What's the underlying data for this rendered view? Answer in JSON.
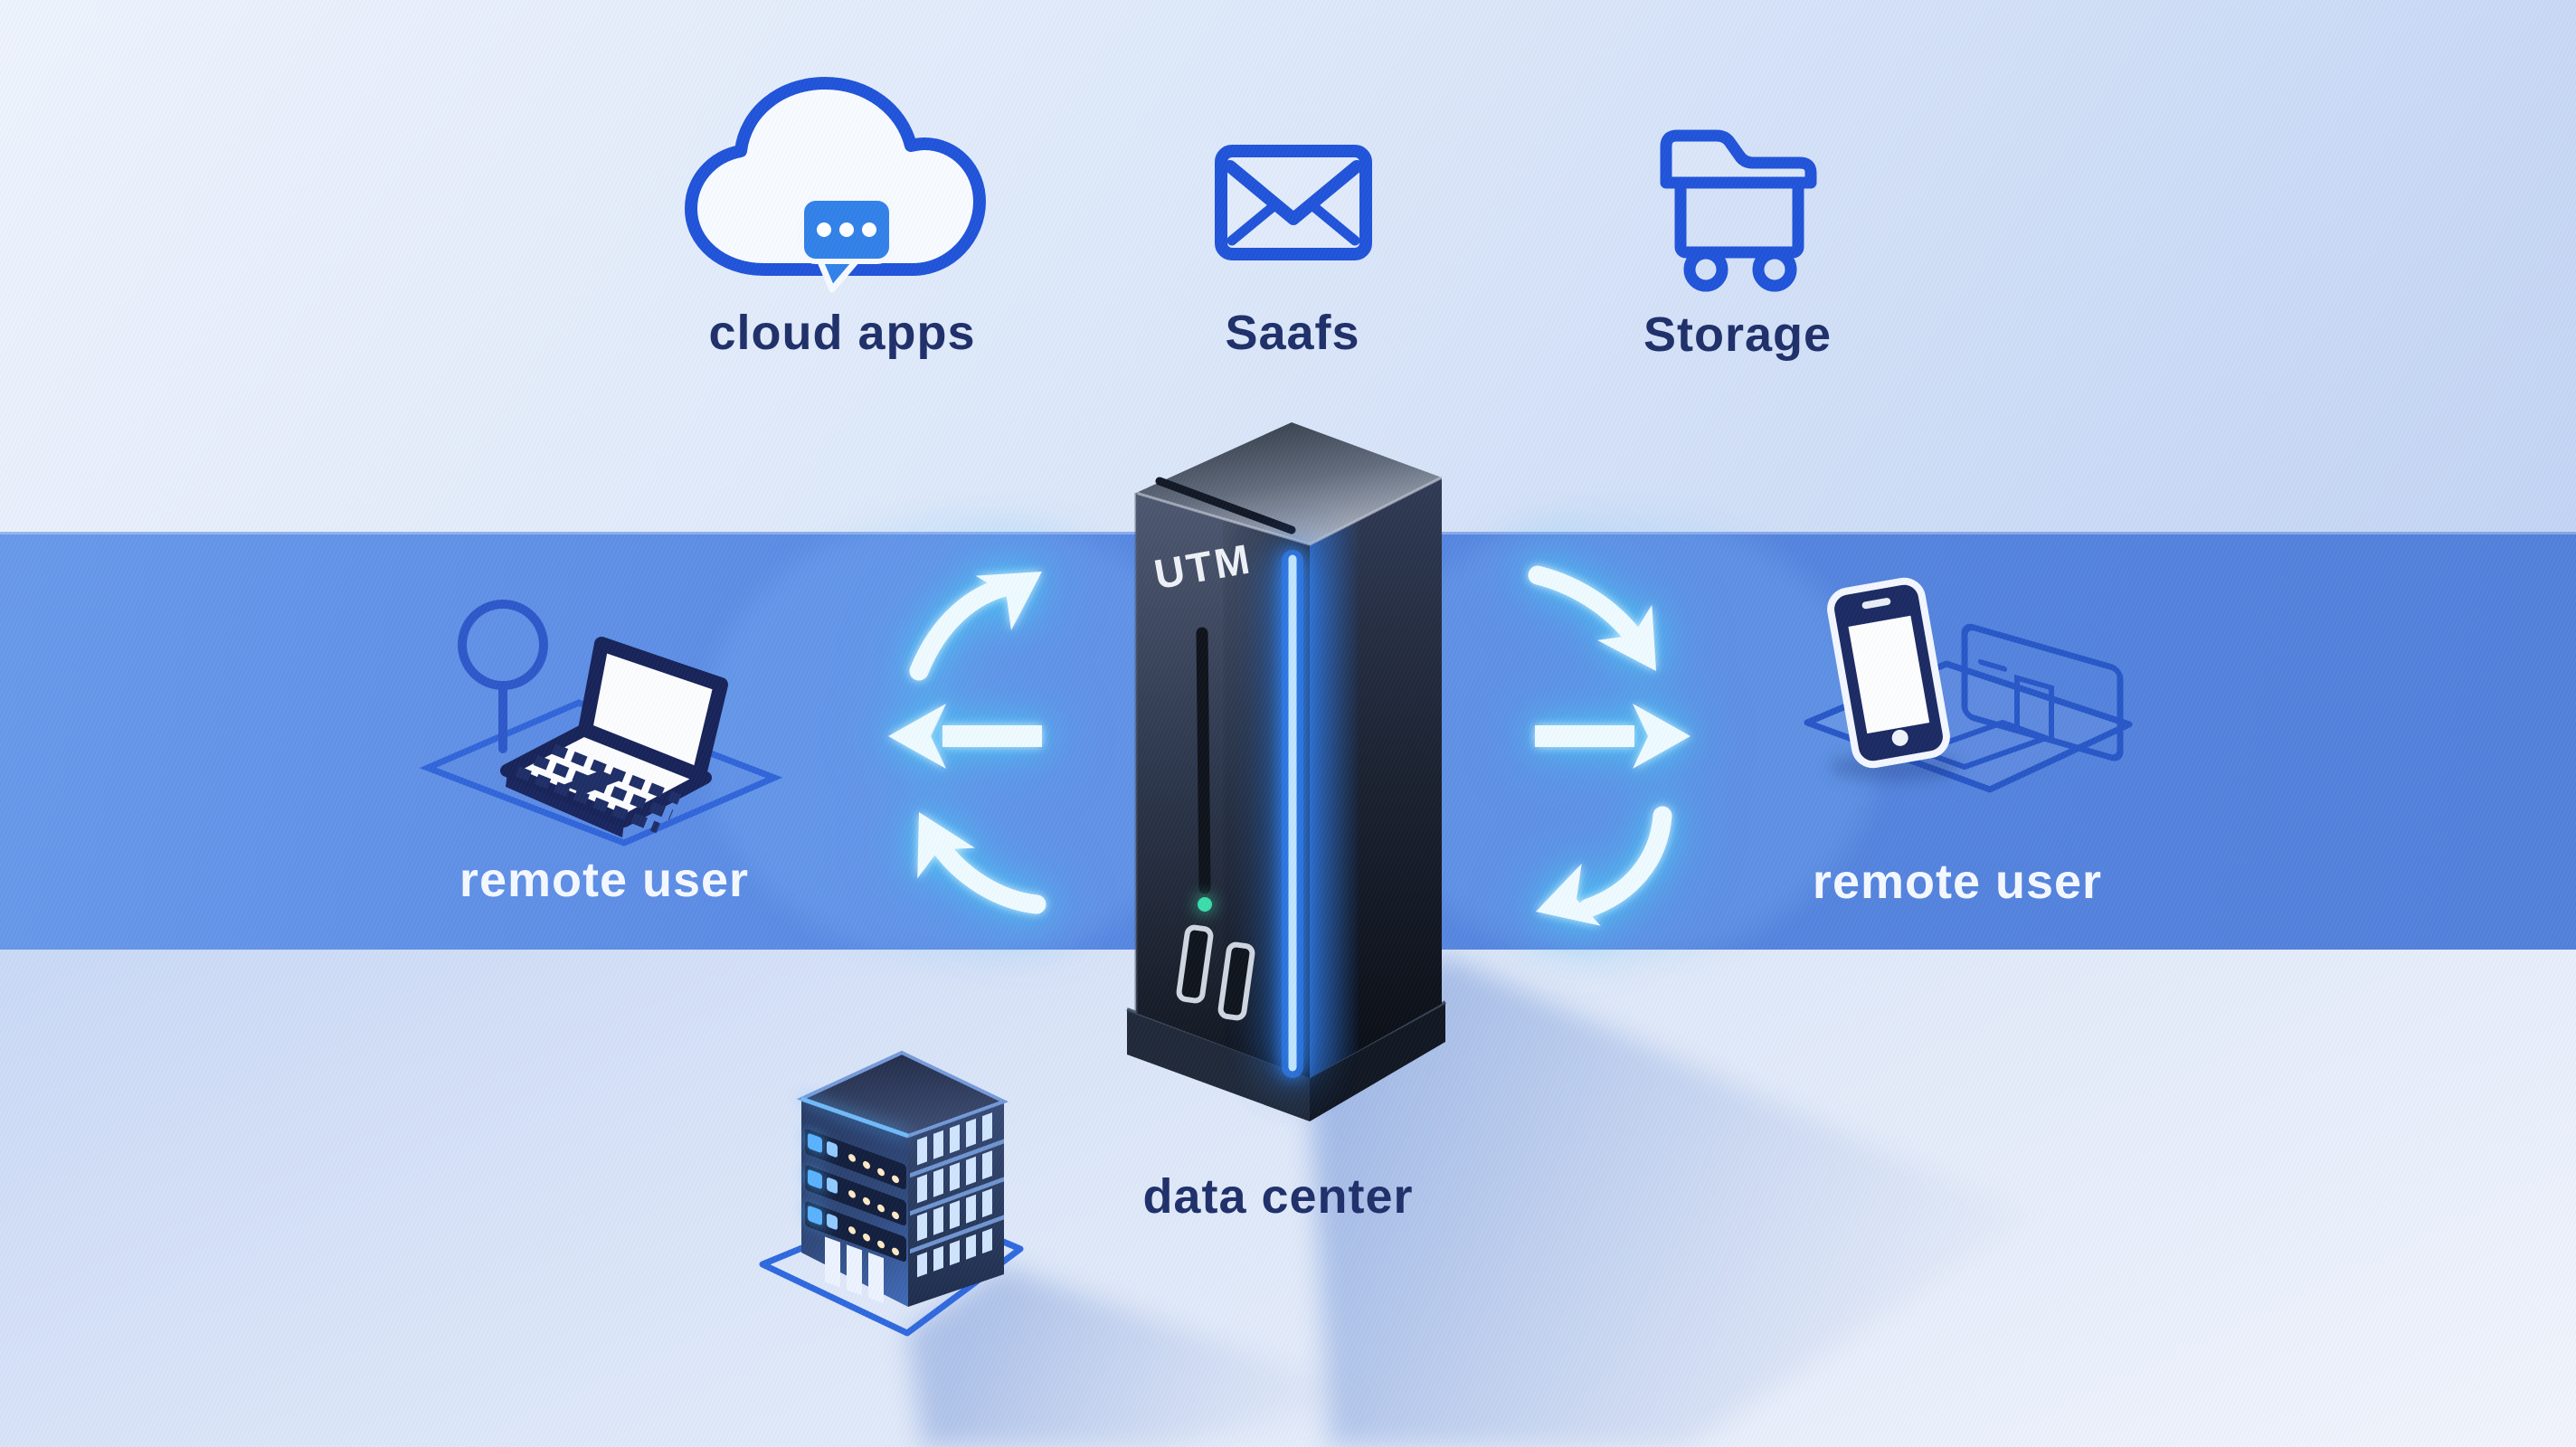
{
  "scene": {
    "description": "UTM security appliance network diagram",
    "colors": {
      "band": "#5586e0",
      "icon_stroke": "#1c50d8",
      "arrow_glow": "#46bdf2",
      "edge_glow": "#2e86ff",
      "led_green": "#37dca8",
      "label_dark": "#1a2b66",
      "label_light": "#f5f9ff",
      "chat_bubble": "#2e7fe8",
      "appliance_body": "#141a26"
    }
  },
  "nodes": [
    {
      "id": "cloud-apps",
      "label": "cloud apps",
      "icon": "cloud-chat-icon"
    },
    {
      "id": "saas-mail",
      "label": "Saafs",
      "icon": "envelope-icon"
    },
    {
      "id": "storage",
      "label": "Storage",
      "icon": "storage-cart-icon"
    },
    {
      "id": "remote-user-left",
      "label": "remote user",
      "icon": "person-laptop-icon"
    },
    {
      "id": "utm-appliance",
      "label": "UTM",
      "icon": "utm-tower-icon"
    },
    {
      "id": "remote-user-right",
      "label": "remote user",
      "icon": "phone-laptop-icon"
    },
    {
      "id": "data-center",
      "label": "data center",
      "icon": "server-building-icon"
    }
  ]
}
